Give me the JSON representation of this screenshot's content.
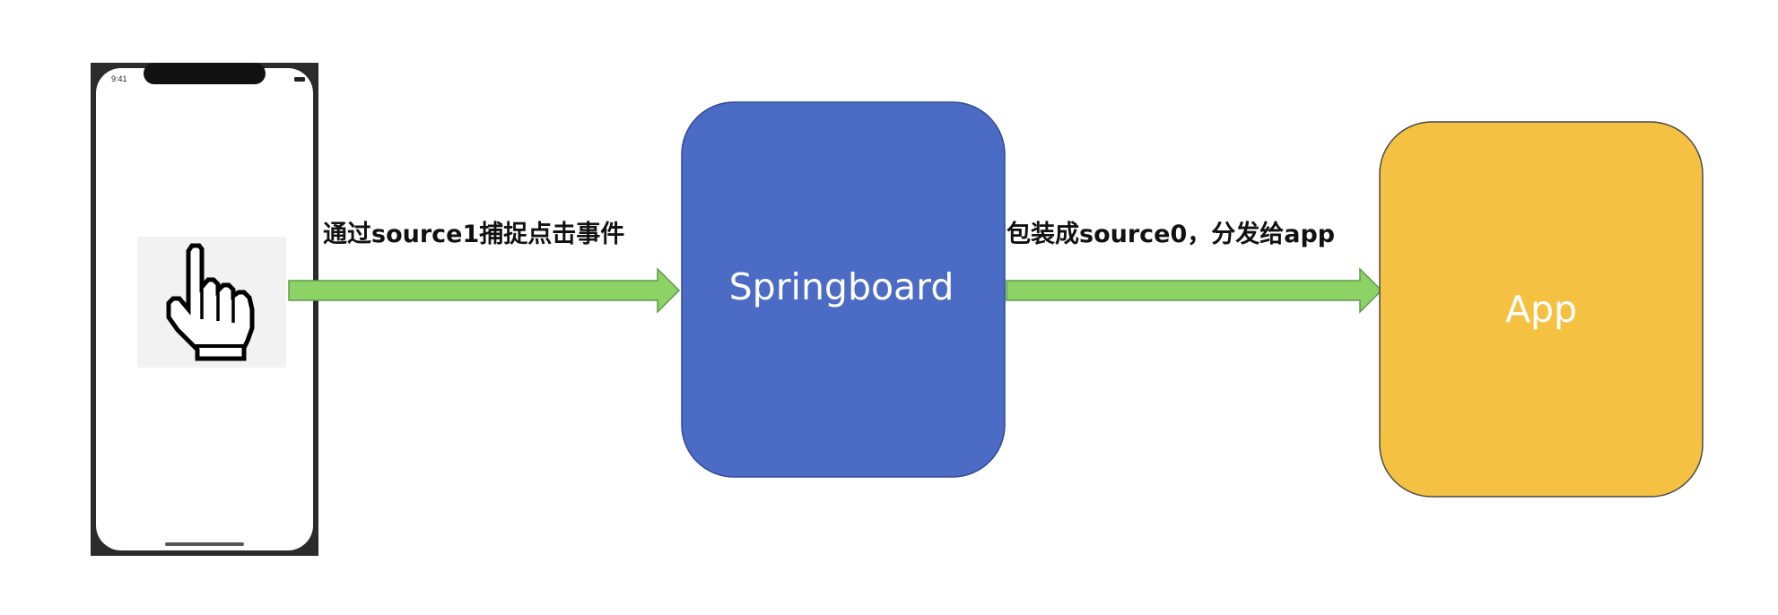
{
  "phone": {
    "status_time": "9:41",
    "icon": "hand-pointer-icon"
  },
  "edges": [
    {
      "label": "通过source1捕捉点击事件"
    },
    {
      "label": "包装成source0，分发给app"
    }
  ],
  "nodes": {
    "springboard": {
      "label": "Springboard",
      "color": "#4b6bc4"
    },
    "app": {
      "label": "App",
      "color": "#f4c142"
    }
  },
  "colors": {
    "arrow_fill": "#8cd264",
    "arrow_stroke": "#5e9a4a",
    "node_border": "#2f4c96",
    "app_border": "#4a4a4a"
  }
}
